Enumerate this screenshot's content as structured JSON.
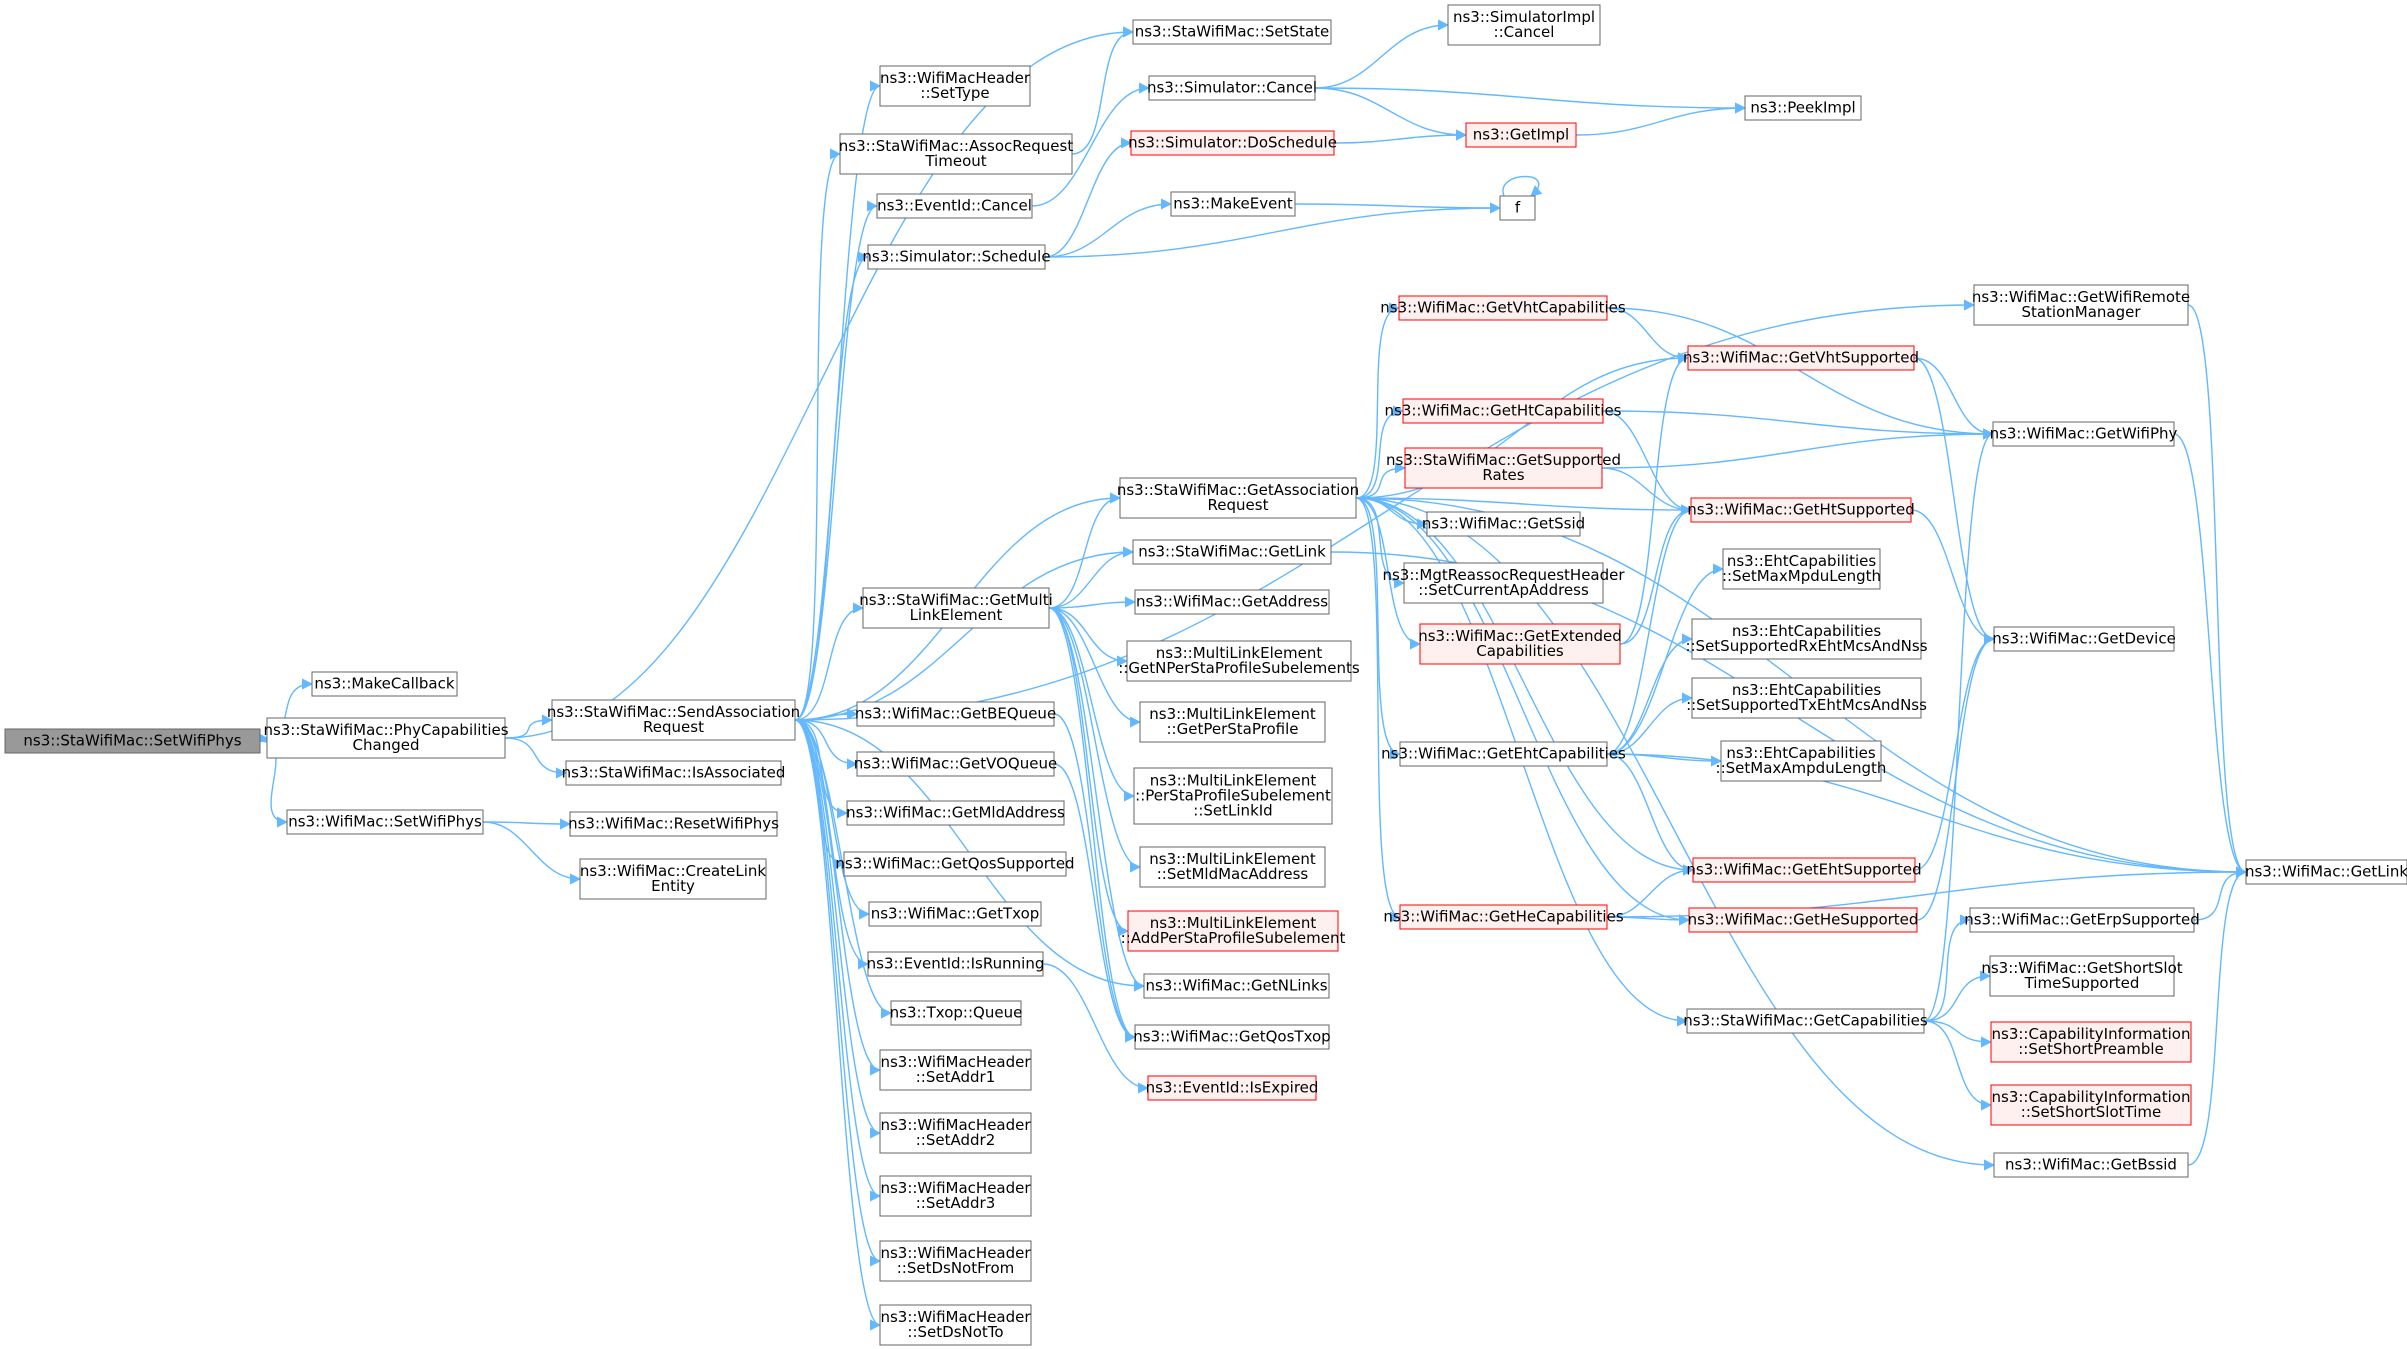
{
  "colors": {
    "edge": "#63b8ff",
    "node_border": "#666666",
    "node_fill": "#ffffff",
    "root_fill": "#999999",
    "root_border": "#666666",
    "red_border": "#ff0000",
    "red_fill": "#fff0f0"
  },
  "nodes": [
    {
      "id": "root",
      "style": "root",
      "lines": [
        "ns3::StaWifiMac::SetWifiPhys"
      ]
    },
    {
      "id": "makecb",
      "style": "normal",
      "lines": [
        "ns3::MakeCallback"
      ]
    },
    {
      "id": "phycap",
      "style": "normal",
      "lines": [
        "ns3::StaWifiMac::PhyCapabilities",
        "Changed"
      ]
    },
    {
      "id": "wsetphys",
      "style": "normal",
      "lines": [
        "ns3::WifiMac::SetWifiPhys"
      ]
    },
    {
      "id": "sendassoc",
      "style": "normal",
      "lines": [
        "ns3::StaWifiMac::SendAssociation",
        "Request"
      ]
    },
    {
      "id": "isassoc",
      "style": "normal",
      "lines": [
        "ns3::StaWifiMac::IsAssociated"
      ]
    },
    {
      "id": "resetphys",
      "style": "normal",
      "lines": [
        "ns3::WifiMac::ResetWifiPhys"
      ]
    },
    {
      "id": "createlink",
      "style": "normal",
      "lines": [
        "ns3::WifiMac::CreateLink",
        "Entity"
      ]
    },
    {
      "id": "settype",
      "style": "normal",
      "lines": [
        "ns3::WifiMacHeader",
        "::SetType"
      ]
    },
    {
      "id": "assocto",
      "style": "normal",
      "lines": [
        "ns3::StaWifiMac::AssocRequest",
        "Timeout"
      ]
    },
    {
      "id": "evcancel",
      "style": "normal",
      "lines": [
        "ns3::EventId::Cancel"
      ]
    },
    {
      "id": "schedule",
      "style": "normal",
      "lines": [
        "ns3::Simulator::Schedule"
      ]
    },
    {
      "id": "getmulti",
      "style": "normal",
      "lines": [
        "ns3::StaWifiMac::GetMulti",
        "LinkElement"
      ]
    },
    {
      "id": "getbeq",
      "style": "normal",
      "lines": [
        "ns3::WifiMac::GetBEQueue"
      ]
    },
    {
      "id": "getvoq",
      "style": "normal",
      "lines": [
        "ns3::WifiMac::GetVOQueue"
      ]
    },
    {
      "id": "getmld",
      "style": "normal",
      "lines": [
        "ns3::WifiMac::GetMldAddress"
      ]
    },
    {
      "id": "getqossup",
      "style": "normal",
      "lines": [
        "ns3::WifiMac::GetQosSupported"
      ]
    },
    {
      "id": "gettxop",
      "style": "normal",
      "lines": [
        "ns3::WifiMac::GetTxop"
      ]
    },
    {
      "id": "isrunning",
      "style": "normal",
      "lines": [
        "ns3::EventId::IsRunning"
      ]
    },
    {
      "id": "txopq",
      "style": "normal",
      "lines": [
        "ns3::Txop::Queue"
      ]
    },
    {
      "id": "addr1",
      "style": "normal",
      "lines": [
        "ns3::WifiMacHeader",
        "::SetAddr1"
      ]
    },
    {
      "id": "addr2",
      "style": "normal",
      "lines": [
        "ns3::WifiMacHeader",
        "::SetAddr2"
      ]
    },
    {
      "id": "addr3",
      "style": "normal",
      "lines": [
        "ns3::WifiMacHeader",
        "::SetAddr3"
      ]
    },
    {
      "id": "dsnotfrom",
      "style": "normal",
      "lines": [
        "ns3::WifiMacHeader",
        "::SetDsNotFrom"
      ]
    },
    {
      "id": "dsnotto",
      "style": "normal",
      "lines": [
        "ns3::WifiMacHeader",
        "::SetDsNotTo"
      ]
    },
    {
      "id": "setstate",
      "style": "normal",
      "lines": [
        "ns3::StaWifiMac::SetState"
      ]
    },
    {
      "id": "simcancel",
      "style": "normal",
      "lines": [
        "ns3::Simulator::Cancel"
      ]
    },
    {
      "id": "doschedule",
      "style": "red",
      "lines": [
        "ns3::Simulator::DoSchedule"
      ]
    },
    {
      "id": "makeevent",
      "style": "normal",
      "lines": [
        "ns3::MakeEvent"
      ]
    },
    {
      "id": "getassocreq",
      "style": "normal",
      "lines": [
        "ns3::StaWifiMac::GetAssociation",
        "Request"
      ]
    },
    {
      "id": "getlink",
      "style": "normal",
      "lines": [
        "ns3::StaWifiMac::GetLink"
      ]
    },
    {
      "id": "getaddress",
      "style": "normal",
      "lines": [
        "ns3::WifiMac::GetAddress"
      ]
    },
    {
      "id": "getnper",
      "style": "normal",
      "lines": [
        "ns3::MultiLinkElement",
        "::GetNPerStaProfileSubelements"
      ]
    },
    {
      "id": "getperprof",
      "style": "normal",
      "lines": [
        "ns3::MultiLinkElement",
        "::GetPerStaProfile"
      ]
    },
    {
      "id": "setlinkid",
      "style": "normal",
      "lines": [
        "ns3::MultiLinkElement",
        "::PerStaProfileSubelement",
        "::SetLinkId"
      ]
    },
    {
      "id": "setmldmac",
      "style": "normal",
      "lines": [
        "ns3::MultiLinkElement",
        "::SetMldMacAddress"
      ]
    },
    {
      "id": "addperprof",
      "style": "red",
      "lines": [
        "ns3::MultiLinkElement",
        "::AddPerStaProfileSubelement"
      ]
    },
    {
      "id": "getnlinks",
      "style": "normal",
      "lines": [
        "ns3::WifiMac::GetNLinks"
      ]
    },
    {
      "id": "getqostxop",
      "style": "normal",
      "lines": [
        "ns3::WifiMac::GetQosTxop"
      ]
    },
    {
      "id": "isexpired",
      "style": "red",
      "lines": [
        "ns3::EventId::IsExpired"
      ]
    },
    {
      "id": "simimplcancel",
      "style": "normal",
      "lines": [
        "ns3::SimulatorImpl",
        "::Cancel"
      ]
    },
    {
      "id": "getimpl",
      "style": "red",
      "lines": [
        "ns3::GetImpl"
      ]
    },
    {
      "id": "peekimpl",
      "style": "normal",
      "lines": [
        "ns3::PeekImpl"
      ]
    },
    {
      "id": "f",
      "style": "normal",
      "lines": [
        "f"
      ]
    },
    {
      "id": "getvhtcap",
      "style": "red",
      "lines": [
        "ns3::WifiMac::GetVhtCapabilities"
      ]
    },
    {
      "id": "gethtcap",
      "style": "red",
      "lines": [
        "ns3::WifiMac::GetHtCapabilities"
      ]
    },
    {
      "id": "getsuprates",
      "style": "red",
      "lines": [
        "ns3::StaWifiMac::GetSupported",
        "Rates"
      ]
    },
    {
      "id": "getssid",
      "style": "normal",
      "lines": [
        "ns3::WifiMac::GetSsid"
      ]
    },
    {
      "id": "setcurap",
      "style": "normal",
      "lines": [
        "ns3::MgtReassocRequestHeader",
        "::SetCurrentApAddress"
      ]
    },
    {
      "id": "getextcap",
      "style": "red",
      "lines": [
        "ns3::WifiMac::GetExtended",
        "Capabilities"
      ]
    },
    {
      "id": "getehtcap",
      "style": "normal",
      "lines": [
        "ns3::WifiMac::GetEhtCapabilities"
      ]
    },
    {
      "id": "gethecap",
      "style": "red",
      "lines": [
        "ns3::WifiMac::GetHeCapabilities"
      ]
    },
    {
      "id": "getvhtsup",
      "style": "red",
      "lines": [
        "ns3::WifiMac::GetVhtSupported"
      ]
    },
    {
      "id": "gethtsup",
      "style": "red",
      "lines": [
        "ns3::WifiMac::GetHtSupported"
      ]
    },
    {
      "id": "setmaxmpdu",
      "style": "normal",
      "lines": [
        "ns3::EhtCapabilities",
        "::SetMaxMpduLength"
      ]
    },
    {
      "id": "setsuprx",
      "style": "normal",
      "lines": [
        "ns3::EhtCapabilities",
        "::SetSupportedRxEhtMcsAndNss"
      ]
    },
    {
      "id": "setsuptx",
      "style": "normal",
      "lines": [
        "ns3::EhtCapabilities",
        "::SetSupportedTxEhtMcsAndNss"
      ]
    },
    {
      "id": "setmaxampdu",
      "style": "normal",
      "lines": [
        "ns3::EhtCapabilities",
        "::SetMaxAmpduLength"
      ]
    },
    {
      "id": "getehtsup",
      "style": "red",
      "lines": [
        "ns3::WifiMac::GetEhtSupported"
      ]
    },
    {
      "id": "gethesup",
      "style": "red",
      "lines": [
        "ns3::WifiMac::GetHeSupported"
      ]
    },
    {
      "id": "getcaps",
      "style": "normal",
      "lines": [
        "ns3::StaWifiMac::GetCapabilities"
      ]
    },
    {
      "id": "getbssid",
      "style": "normal",
      "lines": [
        "ns3::WifiMac::GetBssid"
      ]
    },
    {
      "id": "getwrsm",
      "style": "normal",
      "lines": [
        "ns3::WifiMac::GetWifiRemote",
        "StationManager"
      ]
    },
    {
      "id": "getwifiphy",
      "style": "normal",
      "lines": [
        "ns3::WifiMac::GetWifiPhy"
      ]
    },
    {
      "id": "getdevice",
      "style": "normal",
      "lines": [
        "ns3::WifiMac::GetDevice"
      ]
    },
    {
      "id": "wmgetlink",
      "style": "normal",
      "lines": [
        "ns3::WifiMac::GetLink"
      ]
    },
    {
      "id": "geterpsup",
      "style": "normal",
      "lines": [
        "ns3::WifiMac::GetErpSupported"
      ]
    },
    {
      "id": "getshortslot",
      "style": "normal",
      "lines": [
        "ns3::WifiMac::GetShortSlot",
        "TimeSupported"
      ]
    },
    {
      "id": "setshortpre",
      "style": "red",
      "lines": [
        "ns3::CapabilityInformation",
        "::SetShortPreamble"
      ]
    },
    {
      "id": "setshortslot",
      "style": "red",
      "lines": [
        "ns3::CapabilityInformation",
        "::SetShortSlotTime"
      ]
    }
  ]
}
